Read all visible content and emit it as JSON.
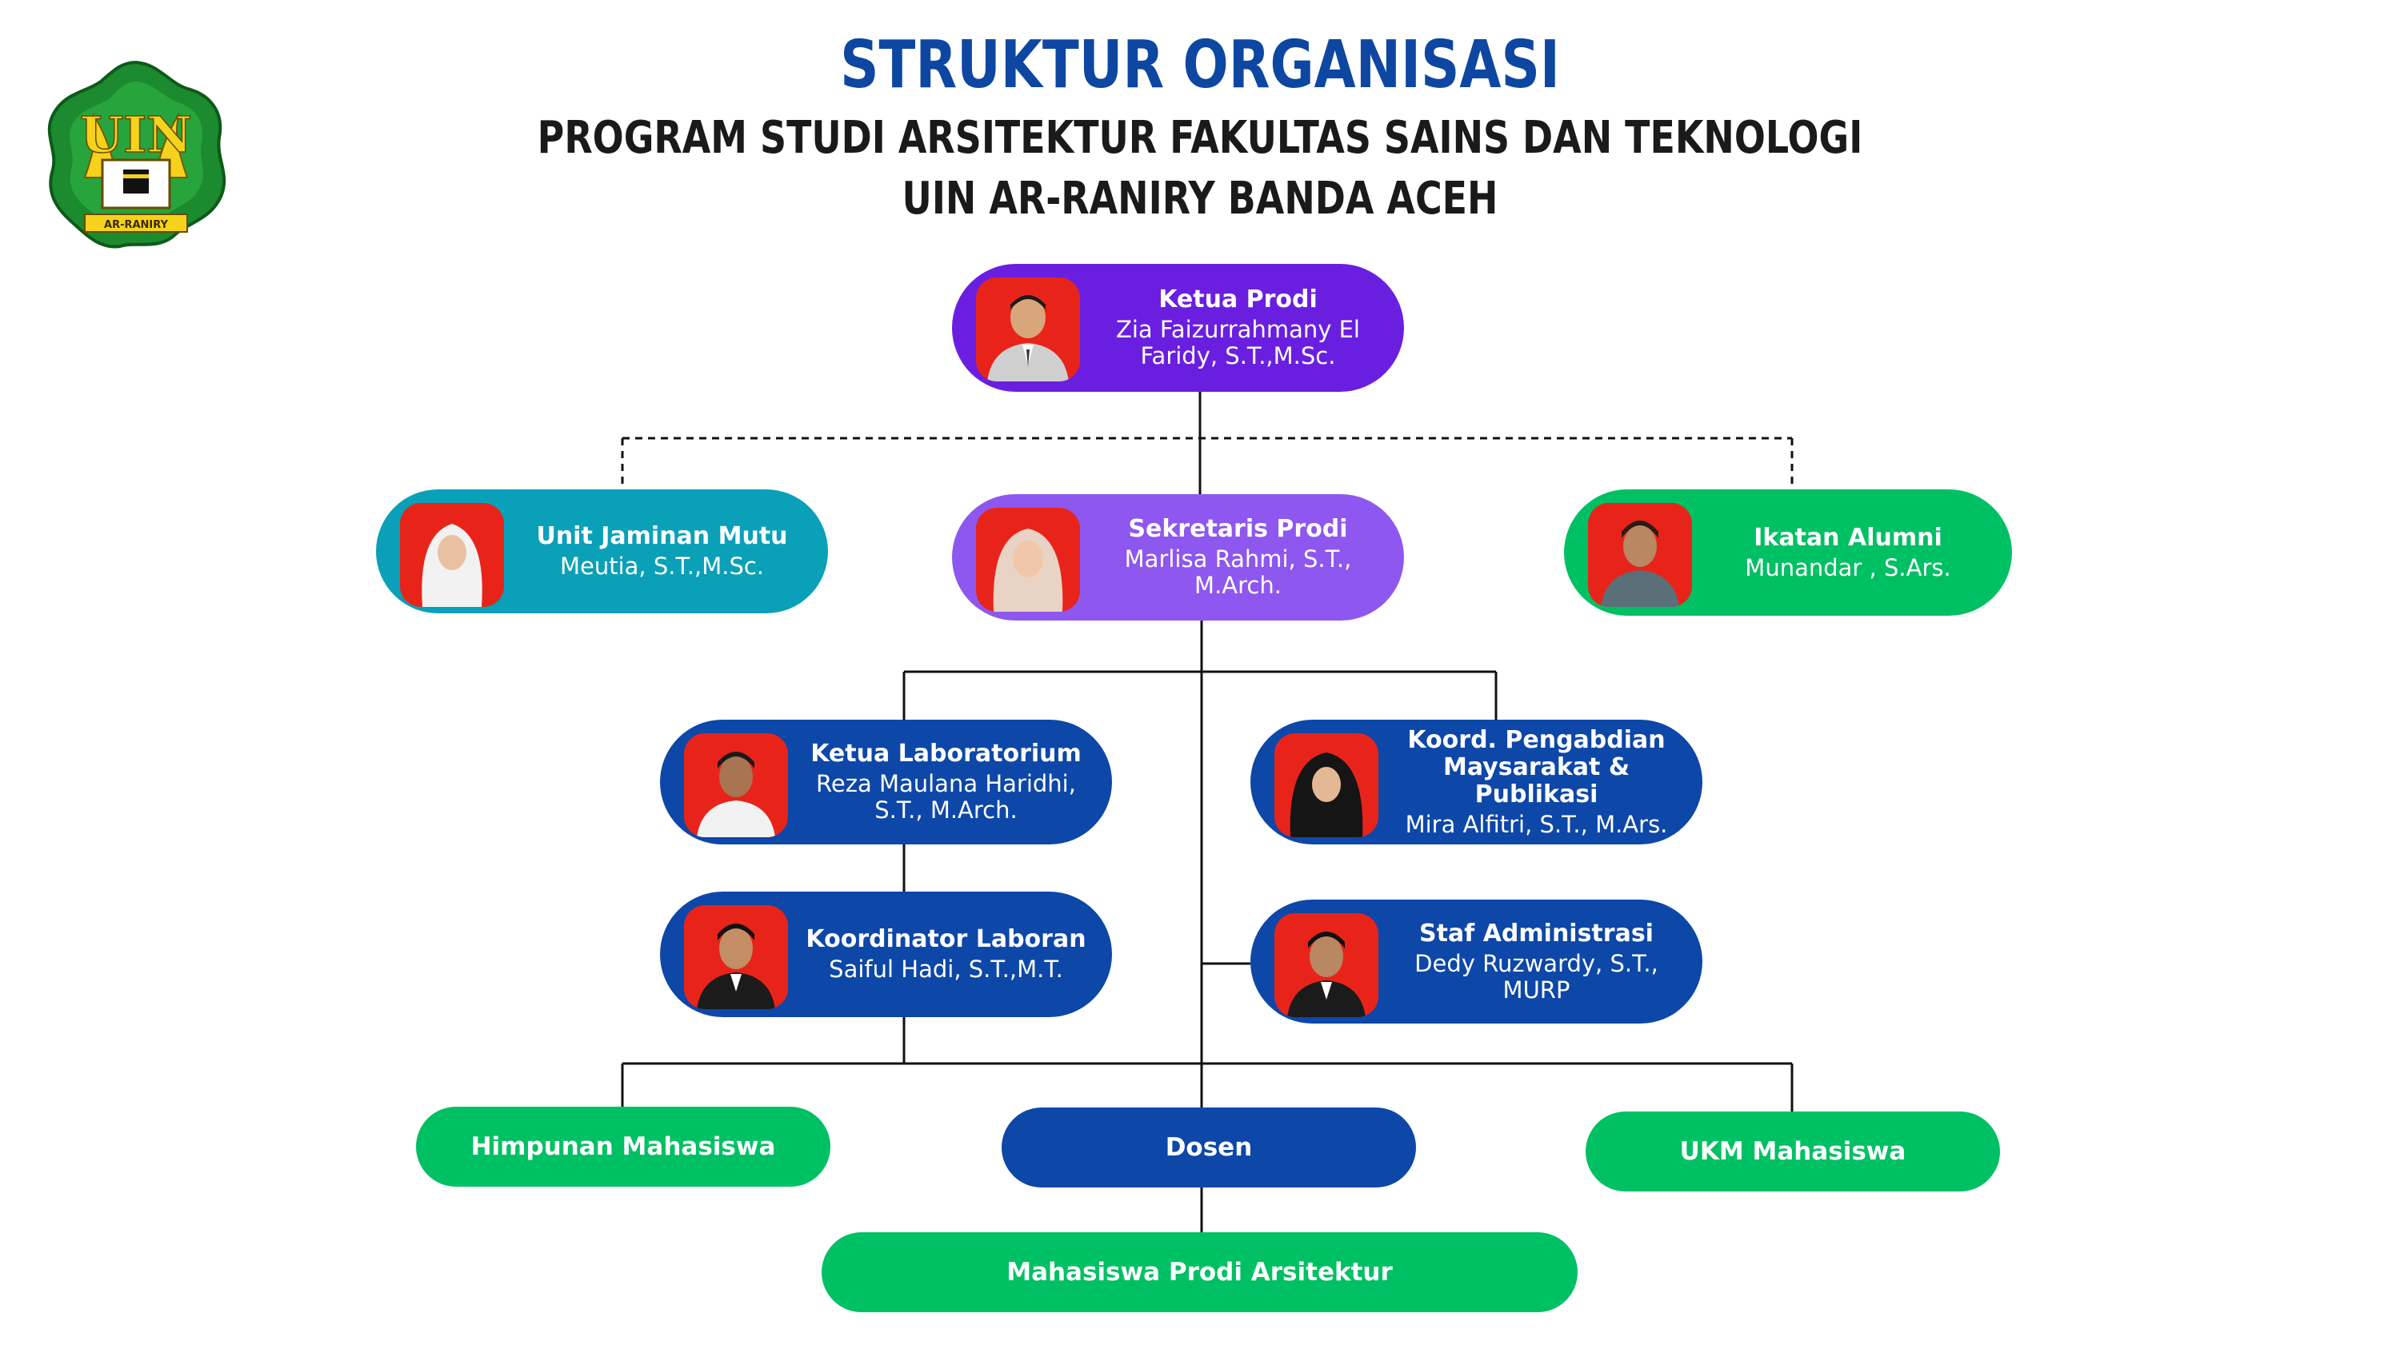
{
  "header": {
    "title": "STRUKTUR ORGANISASI",
    "subtitle_line1": "PROGRAM STUDI ARSITEKTUR FAKULTAS SAINS DAN TEKNOLOGI",
    "subtitle_line2": "UIN AR-RANIRY BANDA ACEH"
  },
  "logo": {
    "text": "UIN",
    "motto": "AR-RANIRY",
    "icon": "uin-ar-raniry-emblem"
  },
  "colors": {
    "purple_dark": "#6a1fe0",
    "purple_light": "#8e57ef",
    "teal": "#0aa0b8",
    "green": "#00c064",
    "blue": "#0d47a8",
    "title_blue": "#0d47a1"
  },
  "positions": {
    "ketua_prodi": {
      "role": "Ketua Prodi",
      "name": "Zia Faizurrahmany El Faridy, S.T.,M.Sc."
    },
    "unit_jaminan_mutu": {
      "role": "Unit Jaminan Mutu",
      "name": "Meutia, S.T.,M.Sc."
    },
    "sekretaris_prodi": {
      "role": "Sekretaris Prodi",
      "name": "Marlisa Rahmi, S.T., M.Arch."
    },
    "ikatan_alumni": {
      "role": "Ikatan Alumni",
      "name": "Munandar , S.Ars."
    },
    "ketua_laboratorium": {
      "role": "Ketua Laboratorium",
      "name": "Reza Maulana Haridhi, S.T., M.Arch."
    },
    "koord_pengabdian": {
      "role": "Koord. Pengabdian Maysarakat & Publikasi",
      "name": "Mira Alfitri, S.T., M.Ars."
    },
    "koordinator_laboran": {
      "role": "Koordinator Laboran",
      "name": "Saiful Hadi, S.T.,M.T."
    },
    "staf_administrasi": {
      "role": "Staf Administrasi",
      "name": "Dedy Ruzwardy, S.T., MURP"
    }
  },
  "groups": {
    "himpunan": "Himpunan Mahasiswa",
    "dosen": "Dosen",
    "ukm": "UKM Mahasiswa",
    "mahasiswa": "Mahasiswa Prodi Arsitektur"
  }
}
